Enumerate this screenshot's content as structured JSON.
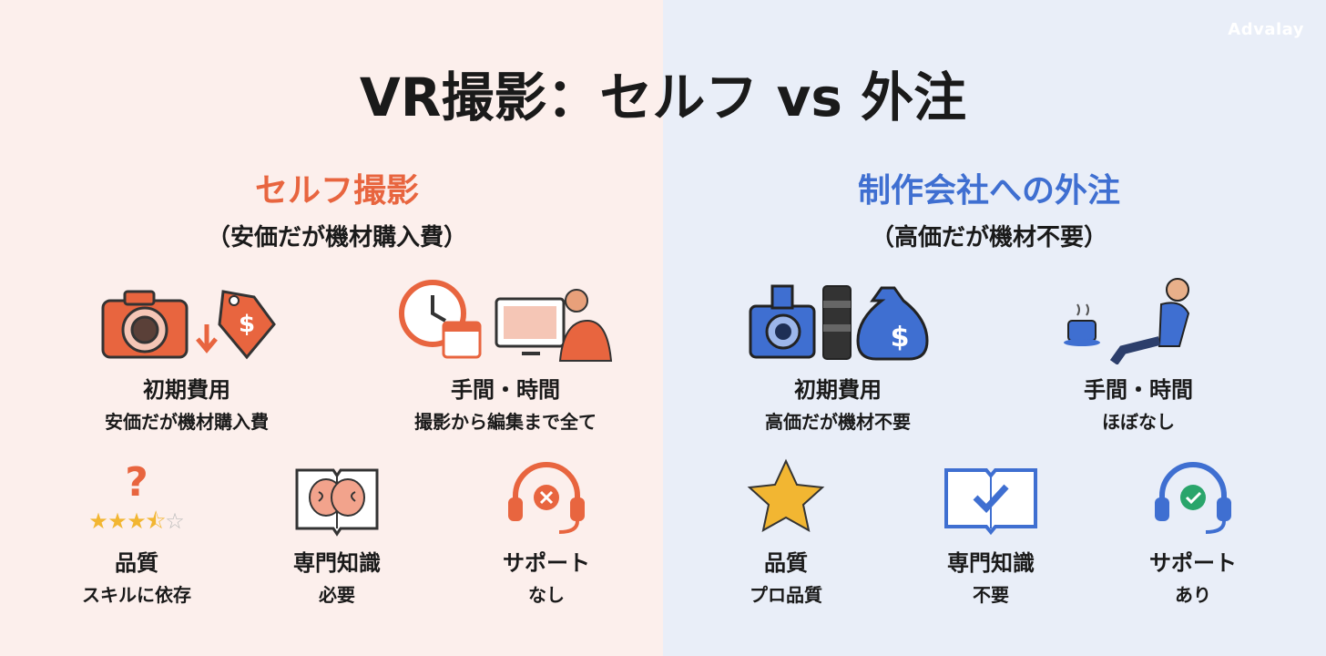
{
  "brand": "Advalay",
  "title": "VR撮影：セルフ vs 外注",
  "left": {
    "heading": "セルフ撮影",
    "subheading": "（安価だが機材購入費）",
    "items": [
      {
        "label": "初期費用",
        "sub": "安価だが機材購入費",
        "icon": "camera-price-tag-icon"
      },
      {
        "label": "手間・時間",
        "sub": "撮影から編集まで全て",
        "icon": "clock-computer-work-icon"
      },
      {
        "label": "品質",
        "sub": "スキルに依存",
        "icon": "question-stars-icon",
        "rating": 3.5
      },
      {
        "label": "専門知識",
        "sub": "必要",
        "icon": "brain-book-icon"
      },
      {
        "label": "サポート",
        "sub": "なし",
        "icon": "headset-x-icon"
      }
    ]
  },
  "right": {
    "heading": "制作会社への外注",
    "subheading": "（高価だが機材不要）",
    "items": [
      {
        "label": "初期費用",
        "sub": "高価だが機材不要",
        "icon": "camera-lens-money-bag-icon"
      },
      {
        "label": "手間・時間",
        "sub": "ほぼなし",
        "icon": "relaxing-person-coffee-icon"
      },
      {
        "label": "品質",
        "sub": "プロ品質",
        "icon": "gold-star-icon"
      },
      {
        "label": "専門知識",
        "sub": "不要",
        "icon": "book-check-icon"
      },
      {
        "label": "サポート",
        "sub": "あり",
        "icon": "headset-check-icon"
      }
    ]
  },
  "colors": {
    "left_bg": "#fcefec",
    "right_bg": "#e9eef8",
    "left_accent": "#e8653f",
    "right_accent": "#3f6fd1"
  }
}
